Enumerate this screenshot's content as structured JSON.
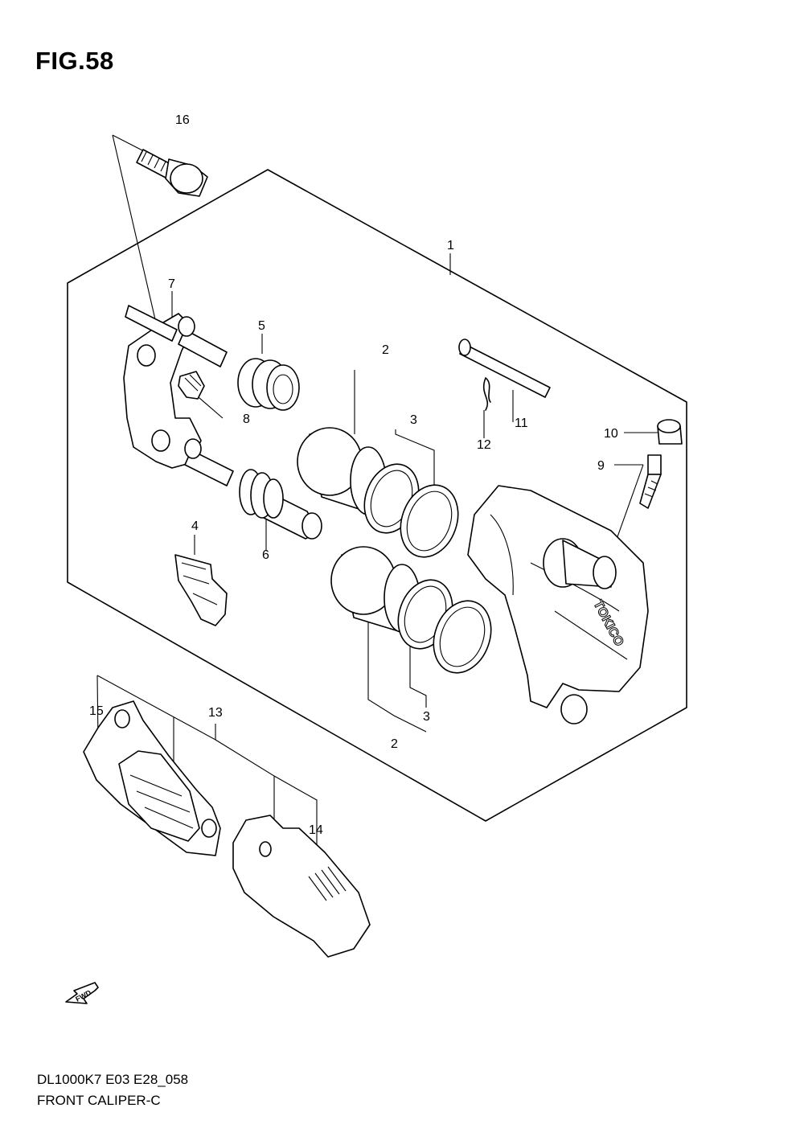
{
  "header": {
    "title": "FIG.58"
  },
  "footer": {
    "model_code": "DL1000K7 E03 E28_058",
    "section_name": "FRONT CALIPER-C"
  },
  "brand_mark": "TOKICO",
  "fwd_label": "FWD",
  "callouts": [
    {
      "key": "p16",
      "number": "16"
    },
    {
      "key": "p1",
      "number": "1"
    },
    {
      "key": "p7",
      "number": "7"
    },
    {
      "key": "p5",
      "number": "5"
    },
    {
      "key": "p2a",
      "number": "2"
    },
    {
      "key": "p3a",
      "number": "3"
    },
    {
      "key": "p8",
      "number": "8"
    },
    {
      "key": "p11",
      "number": "11"
    },
    {
      "key": "p12",
      "number": "12"
    },
    {
      "key": "p10",
      "number": "10"
    },
    {
      "key": "p9",
      "number": "9"
    },
    {
      "key": "p4",
      "number": "4"
    },
    {
      "key": "p6",
      "number": "6"
    },
    {
      "key": "p15",
      "number": "15"
    },
    {
      "key": "p13",
      "number": "13"
    },
    {
      "key": "p3b",
      "number": "3"
    },
    {
      "key": "p2b",
      "number": "2"
    },
    {
      "key": "p14",
      "number": "14"
    }
  ]
}
